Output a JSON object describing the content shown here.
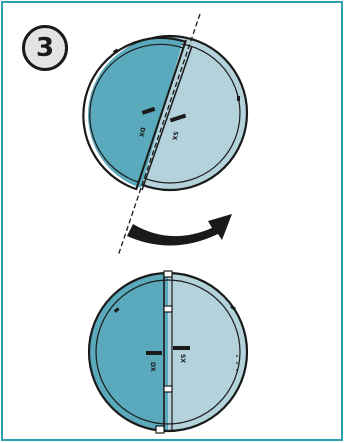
{
  "step": {
    "number": "3"
  },
  "labels": {
    "left_half_mark": "DX",
    "right_half_mark": "SX"
  },
  "colors": {
    "frame": "#2e9fb0",
    "dark_half": "#5aa9bd",
    "light_half": "#b3d2dc",
    "outline": "#1a1a1a",
    "badge_fill": "#e3e3e3",
    "arrow": "#1a1a1a"
  },
  "icons": {
    "rotation_arrow": "curved-arrow-right-icon"
  }
}
